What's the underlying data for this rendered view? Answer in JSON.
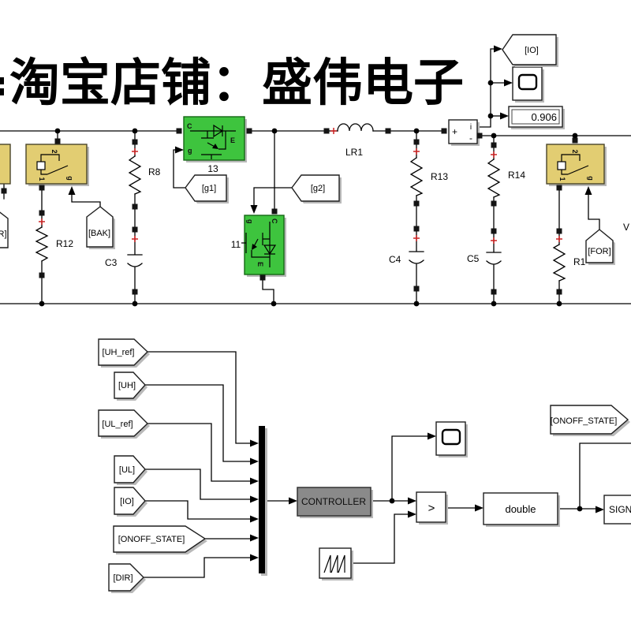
{
  "title": "淘宝店铺：盛伟电子",
  "power_circuit": {
    "breaker_port_1": "1",
    "breaker_port_2": "2",
    "breaker_port_g": "g",
    "igbt": {
      "c": "C",
      "e": "E",
      "g": "g"
    },
    "igbt_upper_id": "13",
    "igbt_lower_id": "11",
    "resistors": {
      "r8": "R8",
      "r12": "R12",
      "r13": "R13",
      "r14": "R14",
      "r1": "R1"
    },
    "capacitors": {
      "c3": "C3",
      "c4": "C4",
      "c5": "C5"
    },
    "inductor": "LR1",
    "current_sensor": {
      "plus": "+",
      "minus": "-",
      "out": "i"
    },
    "display_value": "0.906",
    "voltage_label_fragment": "V",
    "goto_io": "[IO]",
    "from_bak": "[BAK]",
    "from_for": "[FOR]",
    "from_g1": "[g1]",
    "from_g2": "[g2]",
    "from_cut_fragment": "R]"
  },
  "control_circuit": {
    "from_tags": [
      "[UH_ref]",
      "[UH]",
      "[UL_ref]",
      "[UL]",
      "[IO]",
      "[ONOFF_STATE]",
      "[DIR]"
    ],
    "controller_label": "CONTROLLER",
    "relational_operator": ">",
    "data_type_label": "double",
    "sign_label_fragment": "SIGN",
    "goto_onoff_state": "[ONOFF_STATE]"
  },
  "colors": {
    "breaker_fill": "#e2cd72",
    "igbt_fill": "#3ec43e",
    "controller_fill": "#8a8a8a",
    "wire": "#000000",
    "polarity_plus": "#cc2222",
    "shadow": "#b9b9b9"
  }
}
